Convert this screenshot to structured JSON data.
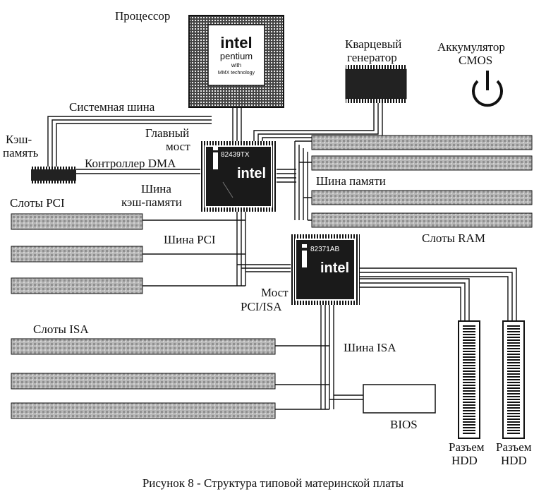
{
  "labels": {
    "cpu": "Процессор",
    "clock": [
      "Кварцевый",
      "генератор"
    ],
    "cmos": [
      "Аккумулятор",
      "CMOS"
    ],
    "system_bus": "Системная шина",
    "cache": [
      "Кэш-",
      "память"
    ],
    "main_bridge": [
      "Главный",
      "мост"
    ],
    "dma": "Контроллер DMA",
    "memory_bus": "Шина памяти",
    "pci_slots": "Слоты PCI",
    "cache_bus": [
      "Шина",
      "кэш-памяти"
    ],
    "pci_bus": "Шина PCI",
    "ram_slots": "Слоты RAM",
    "pci_isa_bridge": [
      "Мост",
      "PCI/ISA"
    ],
    "isa_slots": "Слоты ISA",
    "isa_bus": "Шина ISA",
    "bios": "BIOS",
    "hdd1": [
      "Разъем",
      "HDD"
    ],
    "hdd2": [
      "Разъем",
      "HDD"
    ]
  },
  "chips": {
    "cpu": {
      "brand": "intel",
      "name": "pentium",
      "sub1": "with",
      "sub2": "MMX technology"
    },
    "north": {
      "model": "82439TX",
      "brand": "intel"
    },
    "south": {
      "model": "82371AB",
      "brand": "intel"
    }
  },
  "caption": "Рисунок 8 - Структура типовой материнской платы"
}
